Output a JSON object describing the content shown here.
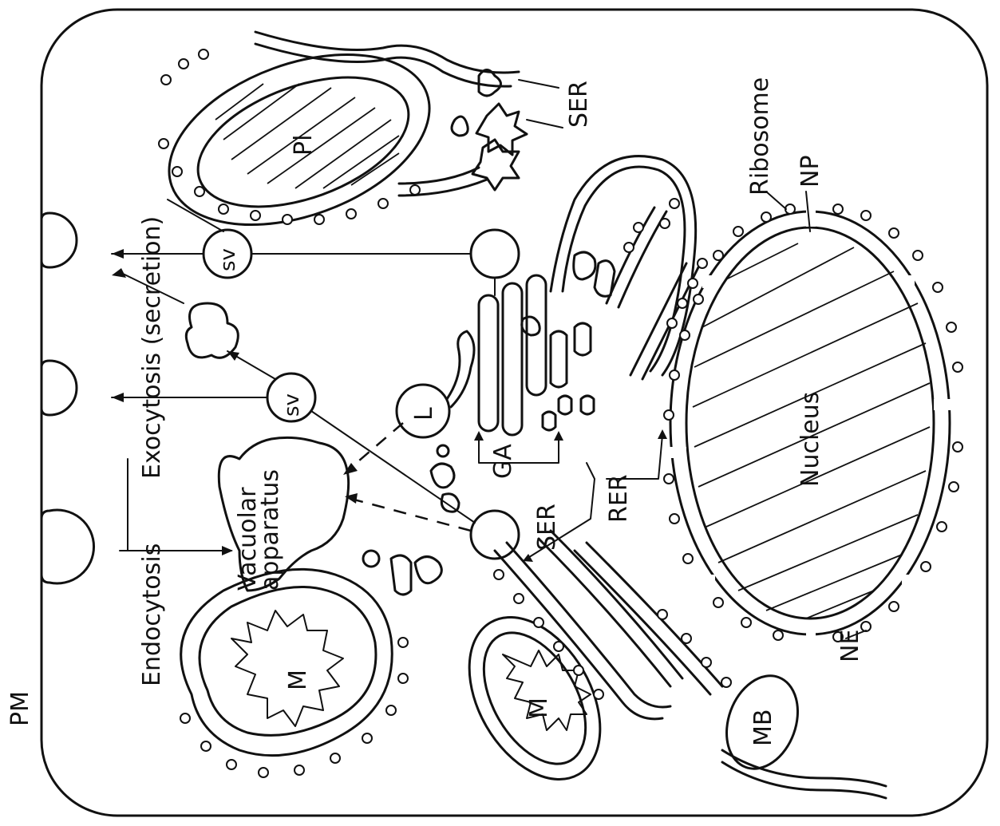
{
  "labels": {
    "pm": "PM",
    "endocytosis": "Endocytosis",
    "exocytosis": "Exocytosis (secretion)",
    "vacuolar_1": "Vacuolar",
    "vacuolar_2": "apparatus",
    "sv_top": "sv",
    "sv_mid": "sv",
    "lysosome": "L",
    "golgi": "GA",
    "ser_top": "SER",
    "ser_mid": "SER",
    "rer": "RER",
    "nucleus": "Nucleus",
    "ribosome": "Ribosome",
    "np": "NP",
    "ne": "NE",
    "plastid": "Pl",
    "mitochondrion_1": "M",
    "mitochondrion_2": "M",
    "microbody": "MB"
  }
}
